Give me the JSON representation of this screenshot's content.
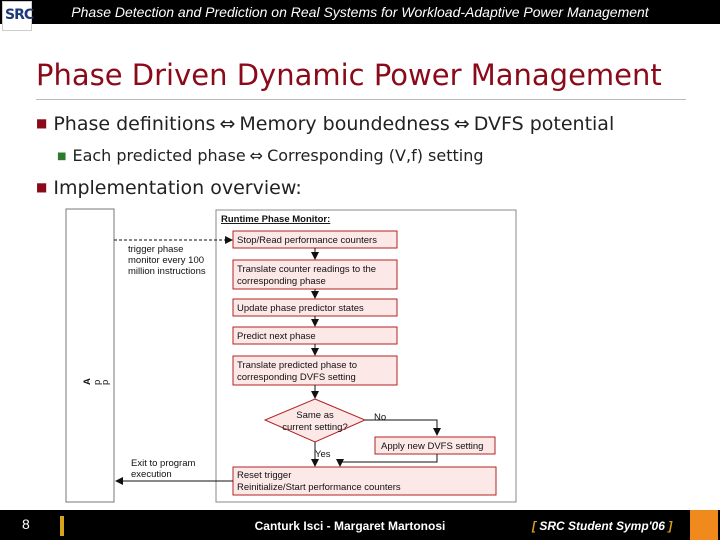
{
  "header": {
    "logo_text": "SRC",
    "title": "Phase Detection and Prediction on Real Systems for Workload-Adaptive Power Management"
  },
  "slide": {
    "title": "Phase Driven Dynamic Power Management",
    "bullet1": {
      "a": "Phase definitions",
      "arrow": "⇔",
      "b": "Memory boundedness",
      "c": "DVFS potential"
    },
    "bullet2": {
      "a": "Each predicted phase",
      "arrow": "⇔",
      "b": "Corresponding (V,f) setting"
    },
    "bullet3": "Implementation overview:"
  },
  "diagram": {
    "app_label_line1": "A",
    "app_label_line2": "p",
    "app_label_line3": "p",
    "monitor_title": "Runtime Phase Monitor:",
    "trigger_note": [
      "trigger phase",
      "monitor every 100",
      "million instructions"
    ],
    "exit_note": [
      "Exit to program",
      "execution"
    ],
    "steps": {
      "s1": "Stop/Read performance counters",
      "s2a": "Translate counter readings to the",
      "s2b": "corresponding phase",
      "s3": "Update phase predictor states",
      "s4": "Predict next phase",
      "s5a": "Translate predicted phase to",
      "s5b": "corresponding DVFS setting",
      "d1a": "Same as",
      "d1b": "current setting?",
      "no": "No",
      "yes": "Yes",
      "s6": "Apply new DVFS setting",
      "s7a": "Reset trigger",
      "s7b": "Reinitialize/Start performance counters"
    },
    "colors": {
      "box_fill": "#fde8e8",
      "box_stroke": "#b22222",
      "frame": "#888888"
    }
  },
  "footer": {
    "page_number": "8",
    "authors": "Canturk Isci - Margaret Martonosi",
    "venue_open": "[",
    "venue": " SRC Student Symp'06 ",
    "venue_close": "]"
  }
}
